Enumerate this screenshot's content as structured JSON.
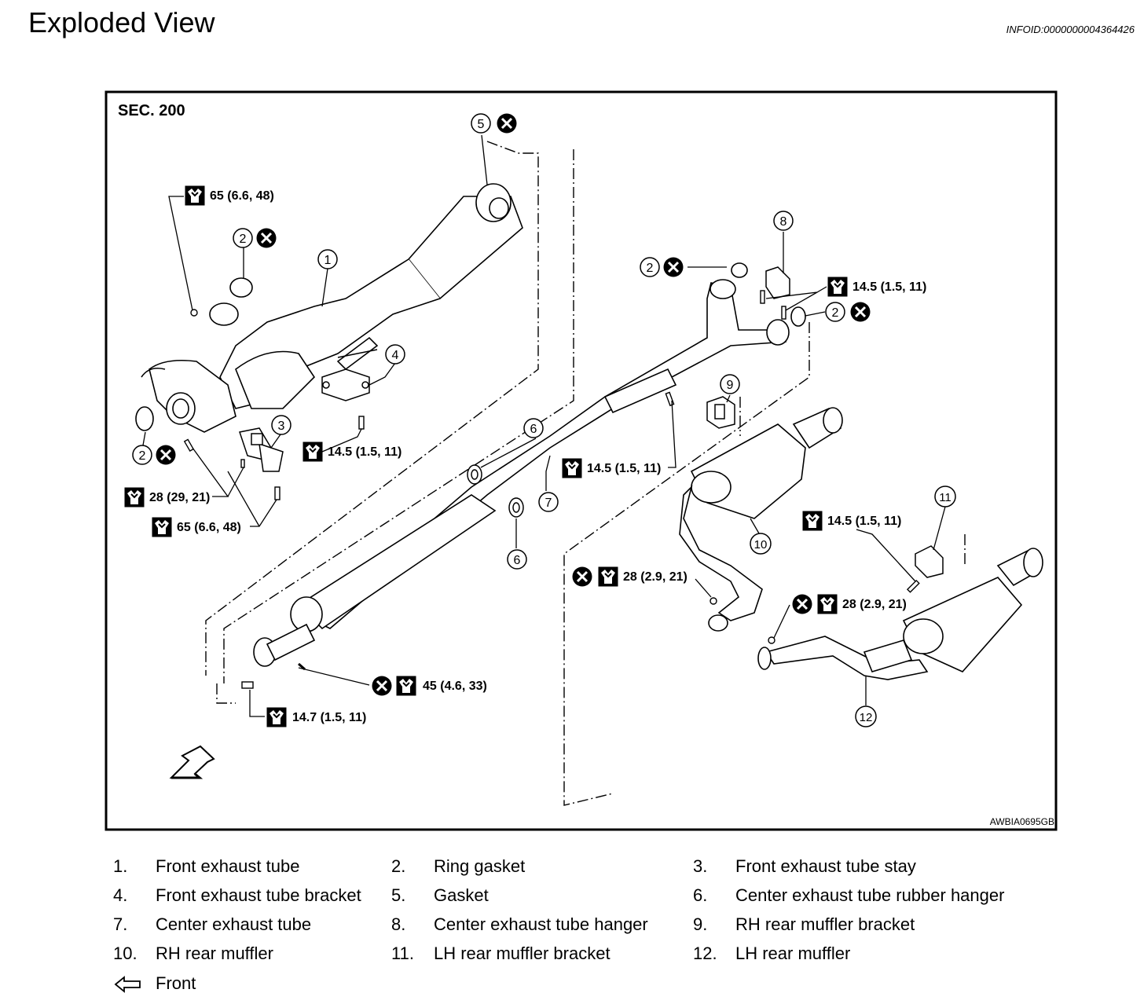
{
  "page_title": "Exploded View",
  "info_id": "INFOID:0000000004364426",
  "diagram": {
    "section_label": "SEC. 200",
    "figure_code": "AWBIA0695GB",
    "torque_labels": [
      "65 (6.6, 48)",
      "14.5 (1.5, 11)",
      "28 (29, 21)",
      "65 (6.6, 48)",
      "14.5 (1.5, 11)",
      "14.5 (1.5, 11)",
      "14.5 (1.5, 11)",
      "28 (2.9, 21)",
      "28 (2.9, 21)",
      "45 (4.6, 33)",
      "14.7 (1.5, 11)"
    ],
    "callouts": [
      "1",
      "2",
      "2",
      "2",
      "2",
      "3",
      "4",
      "5",
      "6",
      "6",
      "7",
      "8",
      "9",
      "10",
      "11",
      "12"
    ]
  },
  "legend": {
    "items": [
      {
        "num": "1.",
        "text": "Front exhaust tube"
      },
      {
        "num": "2.",
        "text": "Ring gasket"
      },
      {
        "num": "3.",
        "text": "Front exhaust tube stay"
      },
      {
        "num": "4.",
        "text": "Front exhaust tube bracket"
      },
      {
        "num": "5.",
        "text": "Gasket"
      },
      {
        "num": "6.",
        "text": "Center exhaust tube rubber hanger"
      },
      {
        "num": "7.",
        "text": "Center exhaust tube"
      },
      {
        "num": "8.",
        "text": "Center exhaust tube hanger"
      },
      {
        "num": "9.",
        "text": "RH rear muffler bracket"
      },
      {
        "num": "10.",
        "text": "RH rear muffler"
      },
      {
        "num": "11.",
        "text": "LH rear muffler bracket"
      },
      {
        "num": "12.",
        "text": "LH rear muffler"
      }
    ],
    "front_label": "Front"
  }
}
